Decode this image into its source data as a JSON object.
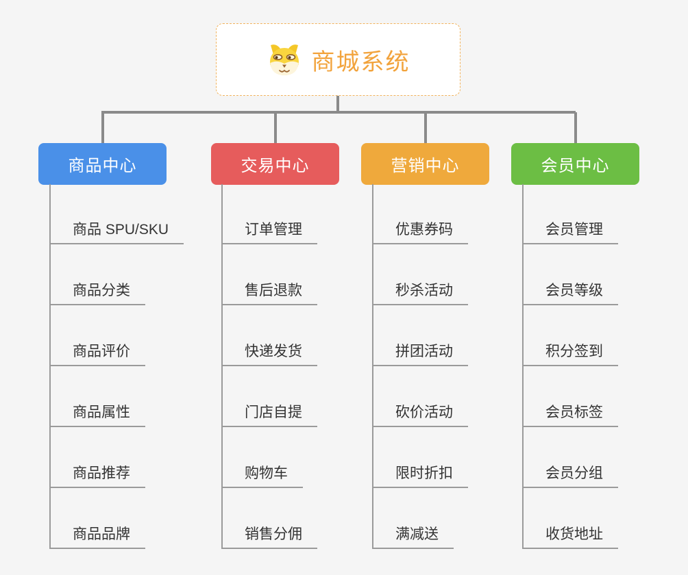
{
  "root": {
    "title": "商城系统",
    "icon": "shiba-dog-icon",
    "accent_color": "#f2a33c",
    "border_color": "#f1b25b"
  },
  "colors": {
    "background": "#f5f5f5",
    "connector": "#8a8a8a",
    "leaf_line": "#9a9a9a",
    "leaf_text": "#333333"
  },
  "branches": [
    {
      "label": "商品中心",
      "color": "#4a90e8",
      "items": [
        "商品 SPU/SKU",
        "商品分类",
        "商品评价",
        "商品属性",
        "商品推荐",
        "商品品牌"
      ]
    },
    {
      "label": "交易中心",
      "color": "#e65c5c",
      "items": [
        "订单管理",
        "售后退款",
        "快递发货",
        "门店自提",
        "购物车",
        "销售分佣"
      ]
    },
    {
      "label": "营销中心",
      "color": "#efa93c",
      "items": [
        "优惠券码",
        "秒杀活动",
        "拼团活动",
        "砍价活动",
        "限时折扣",
        "满减送"
      ]
    },
    {
      "label": "会员中心",
      "color": "#6cbe44",
      "items": [
        "会员管理",
        "会员等级",
        "积分签到",
        "会员标签",
        "会员分组",
        "收货地址"
      ]
    }
  ]
}
